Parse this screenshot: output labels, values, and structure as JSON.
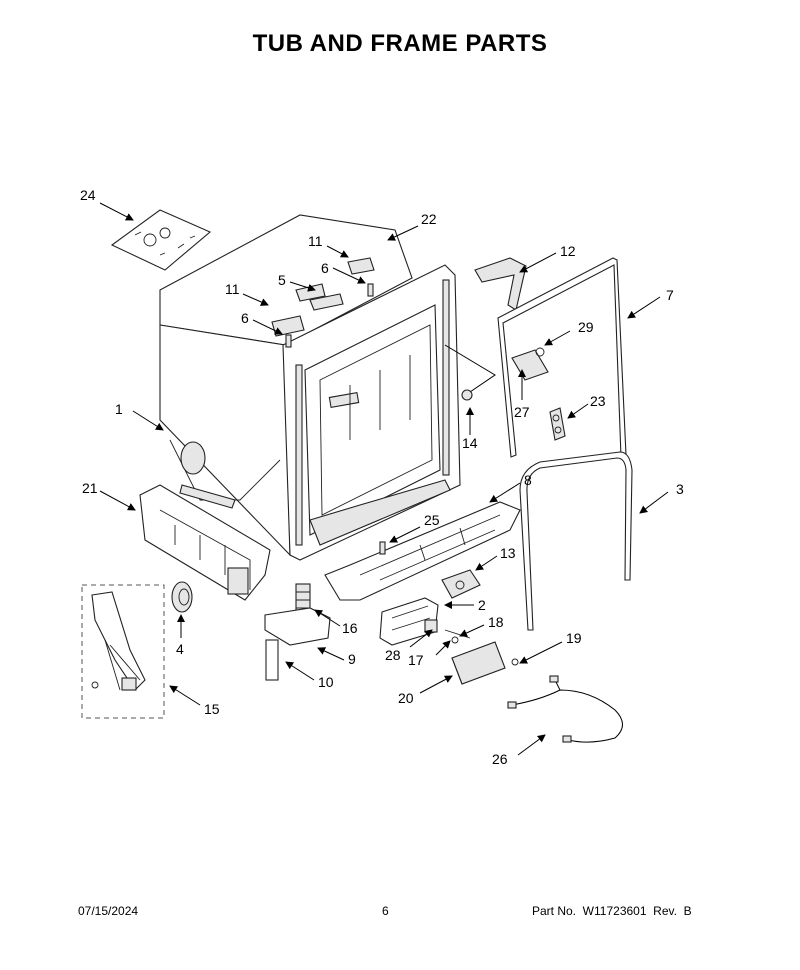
{
  "title": "TUB AND FRAME PARTS",
  "callouts": [
    "1",
    "2",
    "3",
    "4",
    "5",
    "6",
    "6",
    "7",
    "8",
    "9",
    "10",
    "11",
    "11",
    "12",
    "13",
    "14",
    "15",
    "16",
    "17",
    "18",
    "19",
    "20",
    "21",
    "22",
    "23",
    "24",
    "25",
    "26",
    "27",
    "28",
    "29"
  ],
  "footer": {
    "date": "07/15/2024",
    "page": "6",
    "part_number": "Part No.  W11723601  Rev.  B"
  }
}
